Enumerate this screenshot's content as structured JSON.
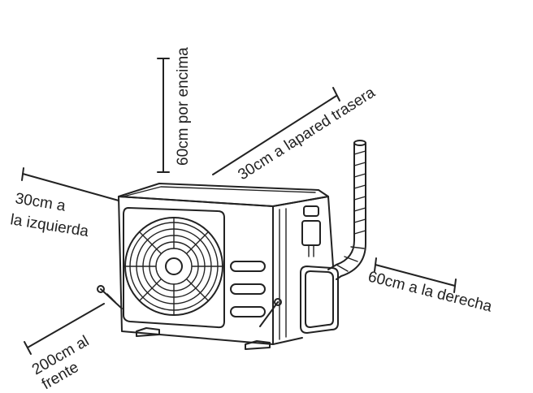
{
  "labels": {
    "top": "60cm por encima",
    "rear": "30cm a lapared trasera",
    "left_line1": "30cm a",
    "left_line2": "la izquierda",
    "right": "60cm a la derecha",
    "front_line1": "200cm al",
    "front_line2": "frente"
  },
  "colors": {
    "ink": "#222222",
    "background": "#ffffff"
  }
}
